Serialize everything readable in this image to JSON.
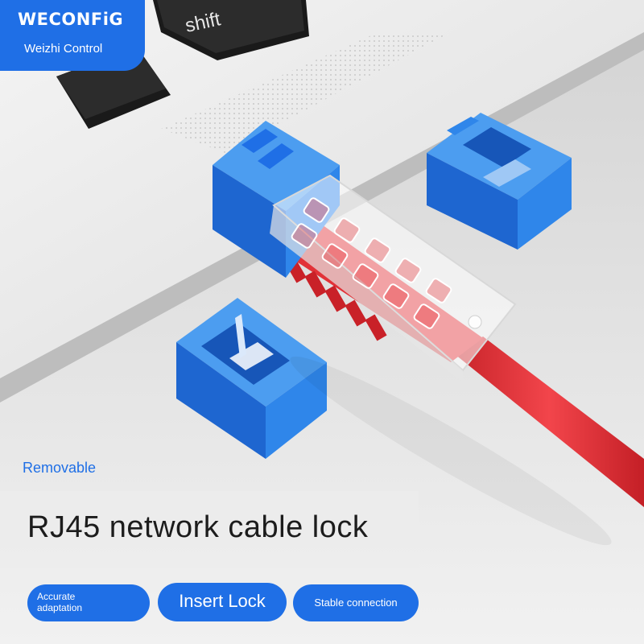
{
  "brand": {
    "logo": "WECONFiG",
    "subtitle": "Weizhi Control"
  },
  "keyboard": {
    "shift_label": "shift"
  },
  "tagline": "Removable",
  "title": "RJ45 network cable lock",
  "features": [
    {
      "line1": "Accurate",
      "line2": "adaptation"
    },
    {
      "label": "Insert Lock"
    },
    {
      "label": "Stable connection"
    }
  ],
  "colors": {
    "brand_blue": "#1f6fe6",
    "lock_blue": "#2f86ea",
    "cable_red": "#e8343a",
    "laptop_gray": "#e6e6e6"
  }
}
